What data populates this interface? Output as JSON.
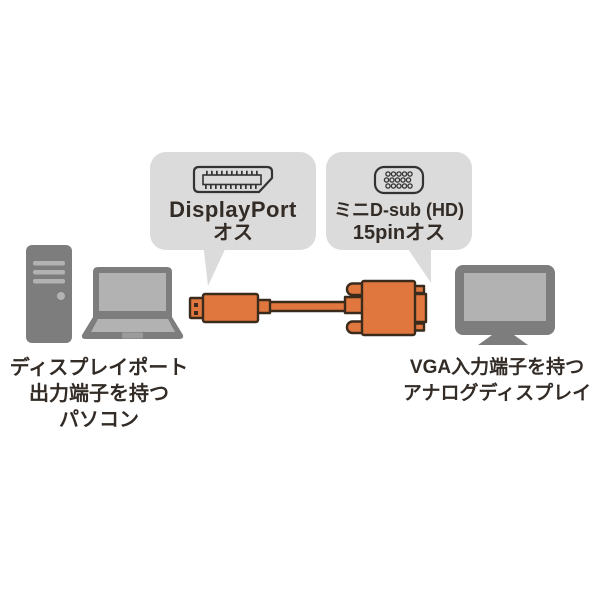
{
  "callouts": {
    "displayport": {
      "icon": "displayport-connector-icon",
      "name_line": "DisplayPort",
      "gender_line": "オス"
    },
    "vga": {
      "icon": "mini-dsub15-connector-icon",
      "name_line": "ミニD-sub (HD)",
      "gender_line": "15pinオス"
    }
  },
  "captions": {
    "source": {
      "line1": "ディスプレイポート",
      "line2": "出力端子を持つ",
      "line3": "パソコン"
    },
    "destination": {
      "line1": "VGA入力端子を持つ",
      "line2": "アナログディスプレイ"
    }
  },
  "devices": {
    "source_icons": [
      "desktop-tower-icon",
      "laptop-icon"
    ],
    "cable_icon": "dp-to-vga-cable-icon",
    "destination_icon": "analog-display-icon"
  },
  "colors": {
    "background": "#ffffff",
    "bubble_gray": "#dbdbdb",
    "device_gray": "#7d7d7d",
    "device_light_gray": "#b2b2b2",
    "trackpad_gray": "#9b9b9b",
    "cable_orange": "#e0773f",
    "cable_outline": "#3a2b1c",
    "icon_outline": "#333333",
    "text": "#322b26"
  }
}
